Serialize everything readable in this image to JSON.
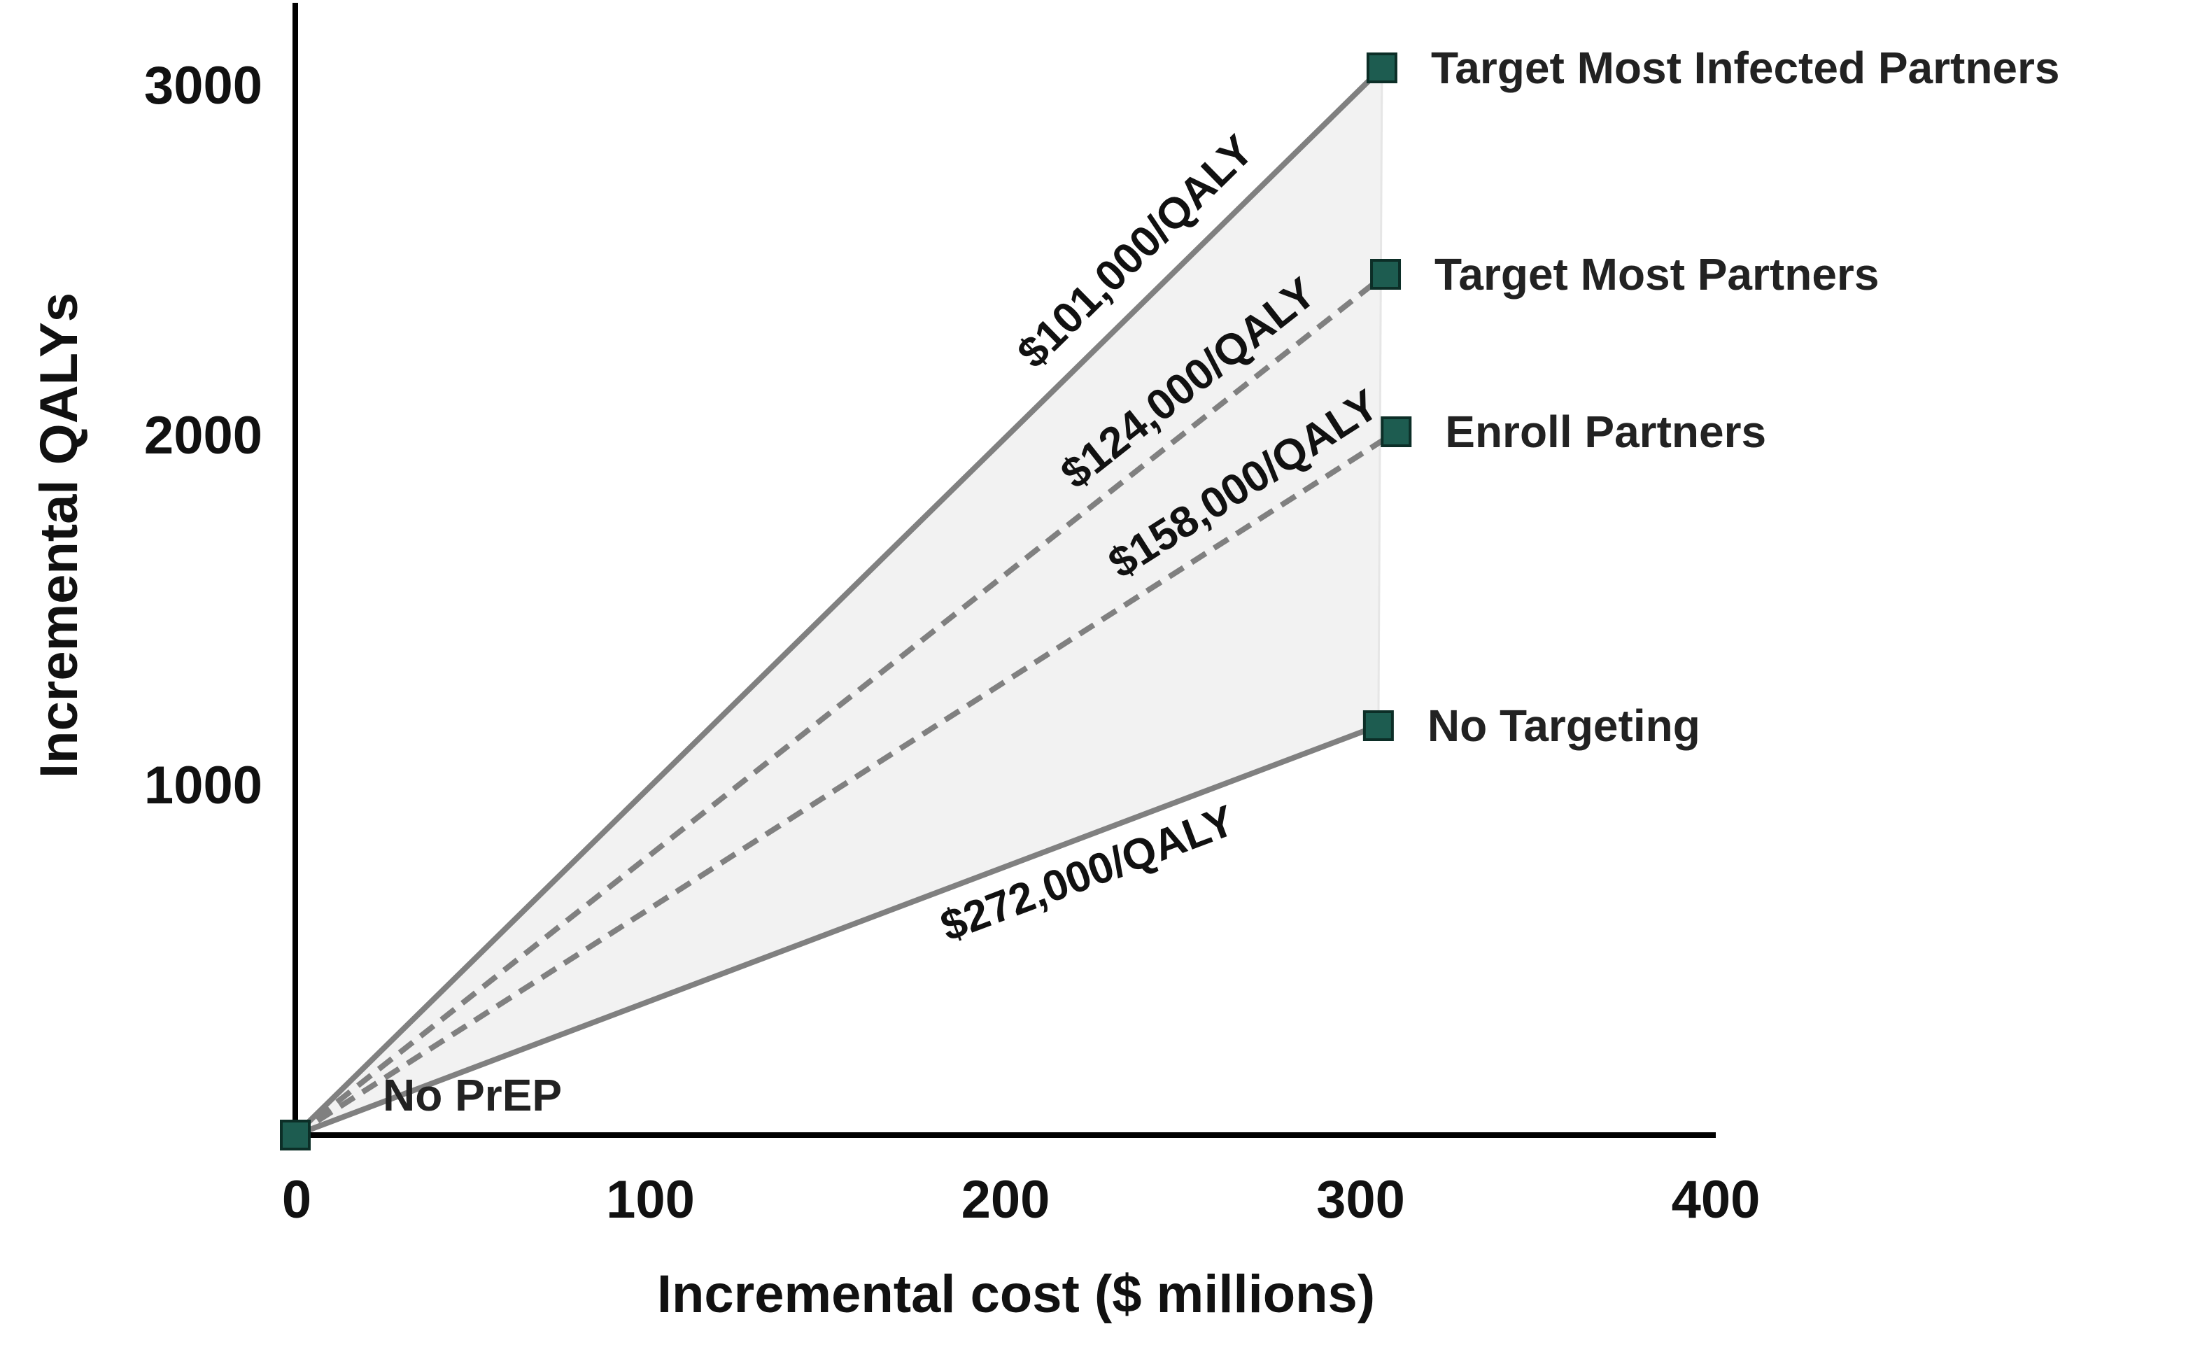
{
  "chart_data": {
    "type": "scatter",
    "xlabel": "Incremental cost ($ millions)",
    "ylabel": "Incremental QALYs",
    "xlim": [
      0,
      400
    ],
    "ylim": [
      0,
      3000
    ],
    "x_ticks": [
      0,
      100,
      200,
      300,
      400
    ],
    "y_ticks": [
      1000,
      2000,
      3000
    ],
    "grid": false,
    "colors": {
      "marker": "#1d5c50",
      "line": "#808080",
      "shade": "#f2f2f2",
      "axis": "#000000",
      "text": "#111111"
    },
    "points": [
      {
        "label": "No PrEP",
        "x": 0,
        "y": 0
      },
      {
        "label": "Target Most Infected Partners",
        "x": 306,
        "y": 3050
      },
      {
        "label": "Target Most Partners",
        "x": 307,
        "y": 2460
      },
      {
        "label": "Enroll Partners",
        "x": 310,
        "y": 2010
      },
      {
        "label": "No Targeting",
        "x": 305,
        "y": 1170
      }
    ],
    "lines": [
      {
        "from": "No PrEP",
        "to": "Target Most Infected Partners",
        "style": "solid",
        "label": "$101,000/QALY"
      },
      {
        "from": "No PrEP",
        "to": "Target Most Partners",
        "style": "dashed",
        "label": "$124,000/QALY"
      },
      {
        "from": "No PrEP",
        "to": "Enroll Partners",
        "style": "dashed",
        "label": "$158,000/QALY"
      },
      {
        "from": "No PrEP",
        "to": "No Targeting",
        "style": "solid",
        "label": "$272,000/QALY"
      }
    ]
  }
}
